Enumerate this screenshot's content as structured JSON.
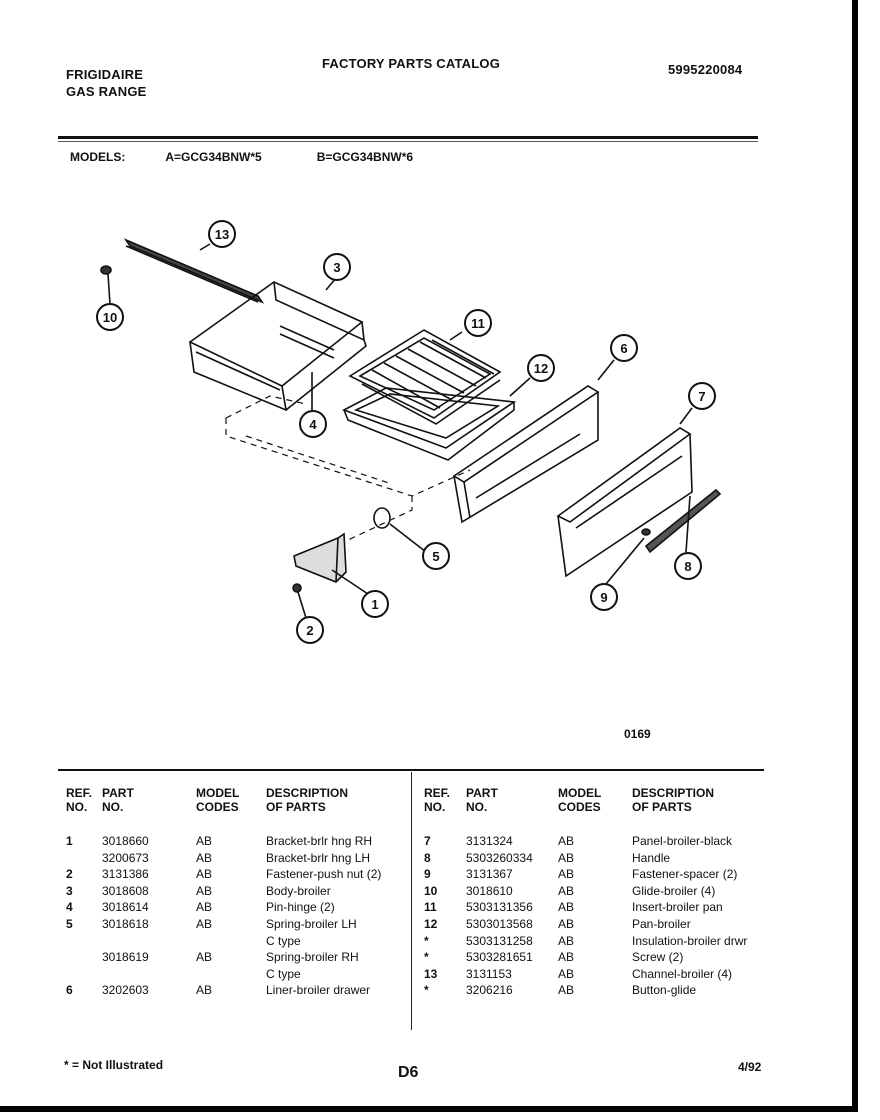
{
  "header": {
    "brand_line1": "FRIGIDAIRE",
    "brand_line2": "GAS RANGE",
    "catalog_title": "FACTORY PARTS CATALOG",
    "doc_number": "5995220084"
  },
  "models": {
    "label": "MODELS:",
    "model_a": "A=GCG34BNW*5",
    "model_b": "B=GCG34BNW*6"
  },
  "diagram": {
    "callouts": [
      "1",
      "2",
      "3",
      "4",
      "5",
      "6",
      "7",
      "8",
      "9",
      "10",
      "11",
      "12",
      "13"
    ],
    "figure_code": "0169"
  },
  "table": {
    "headers": {
      "ref_line1": "REF.",
      "ref_line2": "NO.",
      "part_line1": "PART",
      "part_line2": "NO.",
      "model_line1": "MODEL",
      "model_line2": "CODES",
      "desc_line1": "DESCRIPTION",
      "desc_line2": "OF PARTS"
    },
    "left_rows": [
      {
        "ref": "1",
        "part": "3018660",
        "model": "AB",
        "desc": "Bracket-brlr hng RH"
      },
      {
        "ref": "",
        "part": "3200673",
        "model": "AB",
        "desc": "Bracket-brlr hng LH"
      },
      {
        "ref": "2",
        "part": "3131386",
        "model": "AB",
        "desc": "Fastener-push nut (2)"
      },
      {
        "ref": "3",
        "part": "3018608",
        "model": "AB",
        "desc": "Body-broiler"
      },
      {
        "ref": "4",
        "part": "3018614",
        "model": "AB",
        "desc": "Pin-hinge (2)"
      },
      {
        "ref": "5",
        "part": "3018618",
        "model": "AB",
        "desc": "Spring-broiler LH"
      },
      {
        "ref": "",
        "part": "",
        "model": "",
        "desc": "C type"
      },
      {
        "ref": "",
        "part": "3018619",
        "model": "AB",
        "desc": "Spring-broiler RH"
      },
      {
        "ref": "",
        "part": "",
        "model": "",
        "desc": "C type"
      },
      {
        "ref": "6",
        "part": "3202603",
        "model": "AB",
        "desc": "Liner-broiler drawer"
      }
    ],
    "right_rows": [
      {
        "ref": "7",
        "part": "3131324",
        "model": "AB",
        "desc": "Panel-broiler-black"
      },
      {
        "ref": "8",
        "part": "5303260334",
        "model": "AB",
        "desc": "Handle"
      },
      {
        "ref": "9",
        "part": "3131367",
        "model": "AB",
        "desc": "Fastener-spacer (2)"
      },
      {
        "ref": "10",
        "part": "3018610",
        "model": "AB",
        "desc": "Glide-broiler (4)"
      },
      {
        "ref": "11",
        "part": "5303131356",
        "model": "AB",
        "desc": "Insert-broiler pan"
      },
      {
        "ref": "12",
        "part": "5303013568",
        "model": "AB",
        "desc": "Pan-broiler"
      },
      {
        "ref": "*",
        "part": "5303131258",
        "model": "AB",
        "desc": "Insulation-broiler drwr"
      },
      {
        "ref": "*",
        "part": "5303281651",
        "model": "AB",
        "desc": "Screw (2)"
      },
      {
        "ref": "13",
        "part": "3131153",
        "model": "AB",
        "desc": "Channel-broiler (4)"
      },
      {
        "ref": "*",
        "part": "3206216",
        "model": "AB",
        "desc": "Button-glide"
      }
    ]
  },
  "footer": {
    "note": "* = Not Illustrated",
    "page": "D6",
    "date": "4/92"
  }
}
